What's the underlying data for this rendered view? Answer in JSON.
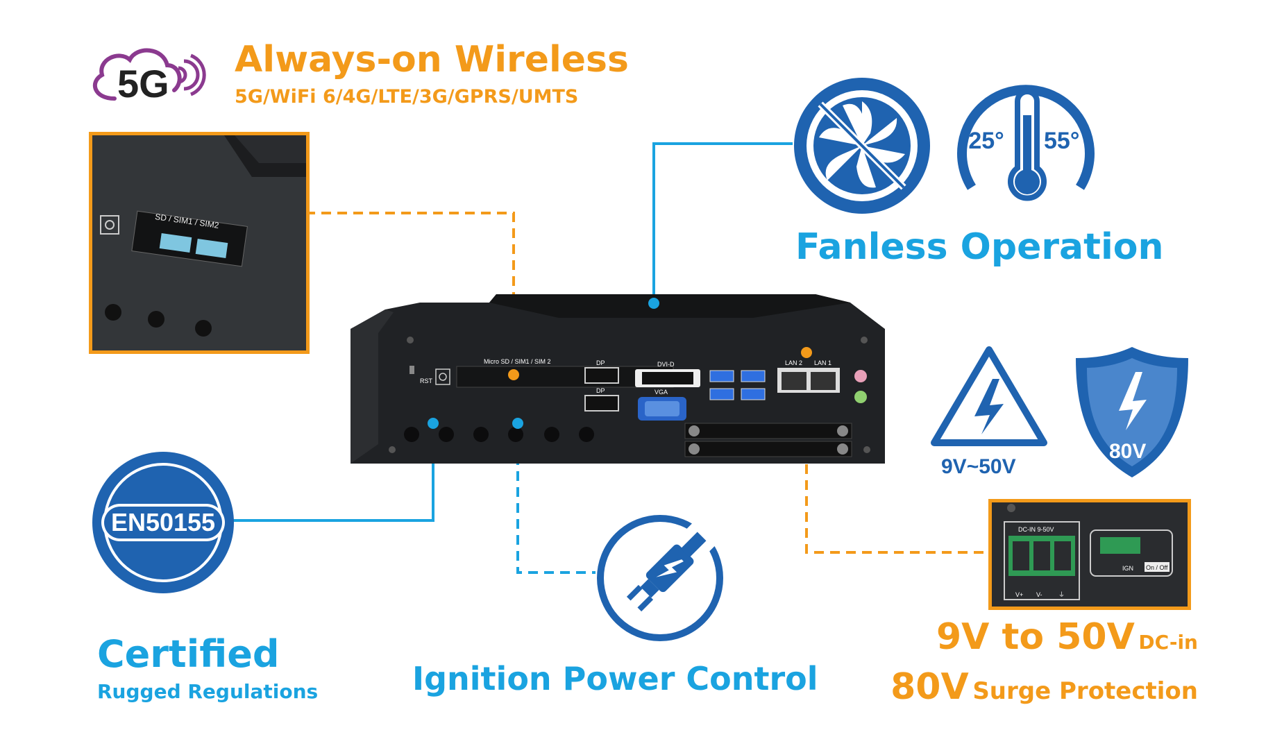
{
  "colors": {
    "orange": "#f39a1a",
    "blue": "#1aa3e0",
    "dark_blue": "#1f63b0",
    "purple": "#8b3a8f"
  },
  "wireless": {
    "logo_text": "5G",
    "title": "Always-on Wireless",
    "subtitle": "5G/WiFi 6/4G/LTE/3G/GPRS/UMTS",
    "zoom_label": "SD / SIM1 / SIM2"
  },
  "fanless": {
    "title": "Fanless Operation",
    "temp_min": "-25°",
    "temp_max": "55°",
    "fan_icon": "fan-icon",
    "thermometer_icon": "thermometer-icon"
  },
  "power": {
    "range_icon_label": "9V~50V",
    "shield_label": "80V",
    "dc_line_big": "9V to 50V",
    "dc_line_small": "DC-in",
    "surge_big": "80V",
    "surge_small": "Surge Protection",
    "zoom_dc_label": "DC-IN 9-50V",
    "zoom_terminals": [
      "V+",
      "V-",
      "⏚"
    ],
    "zoom_ign_label": "IGN",
    "zoom_ign_state": "On / Off"
  },
  "certified": {
    "badge": "EN50155",
    "title": "Certified",
    "subtitle": "Rugged Regulations"
  },
  "ignition": {
    "title": "Ignition Power Control",
    "icon": "plug-icon"
  },
  "device": {
    "slot_label": "Micro SD / SIM1 / SIM 2",
    "rst": "RST",
    "dp": "DP",
    "dvi": "DVI-D",
    "vga": "VGA",
    "lan2": "LAN 2",
    "lan1": "LAN 1"
  }
}
